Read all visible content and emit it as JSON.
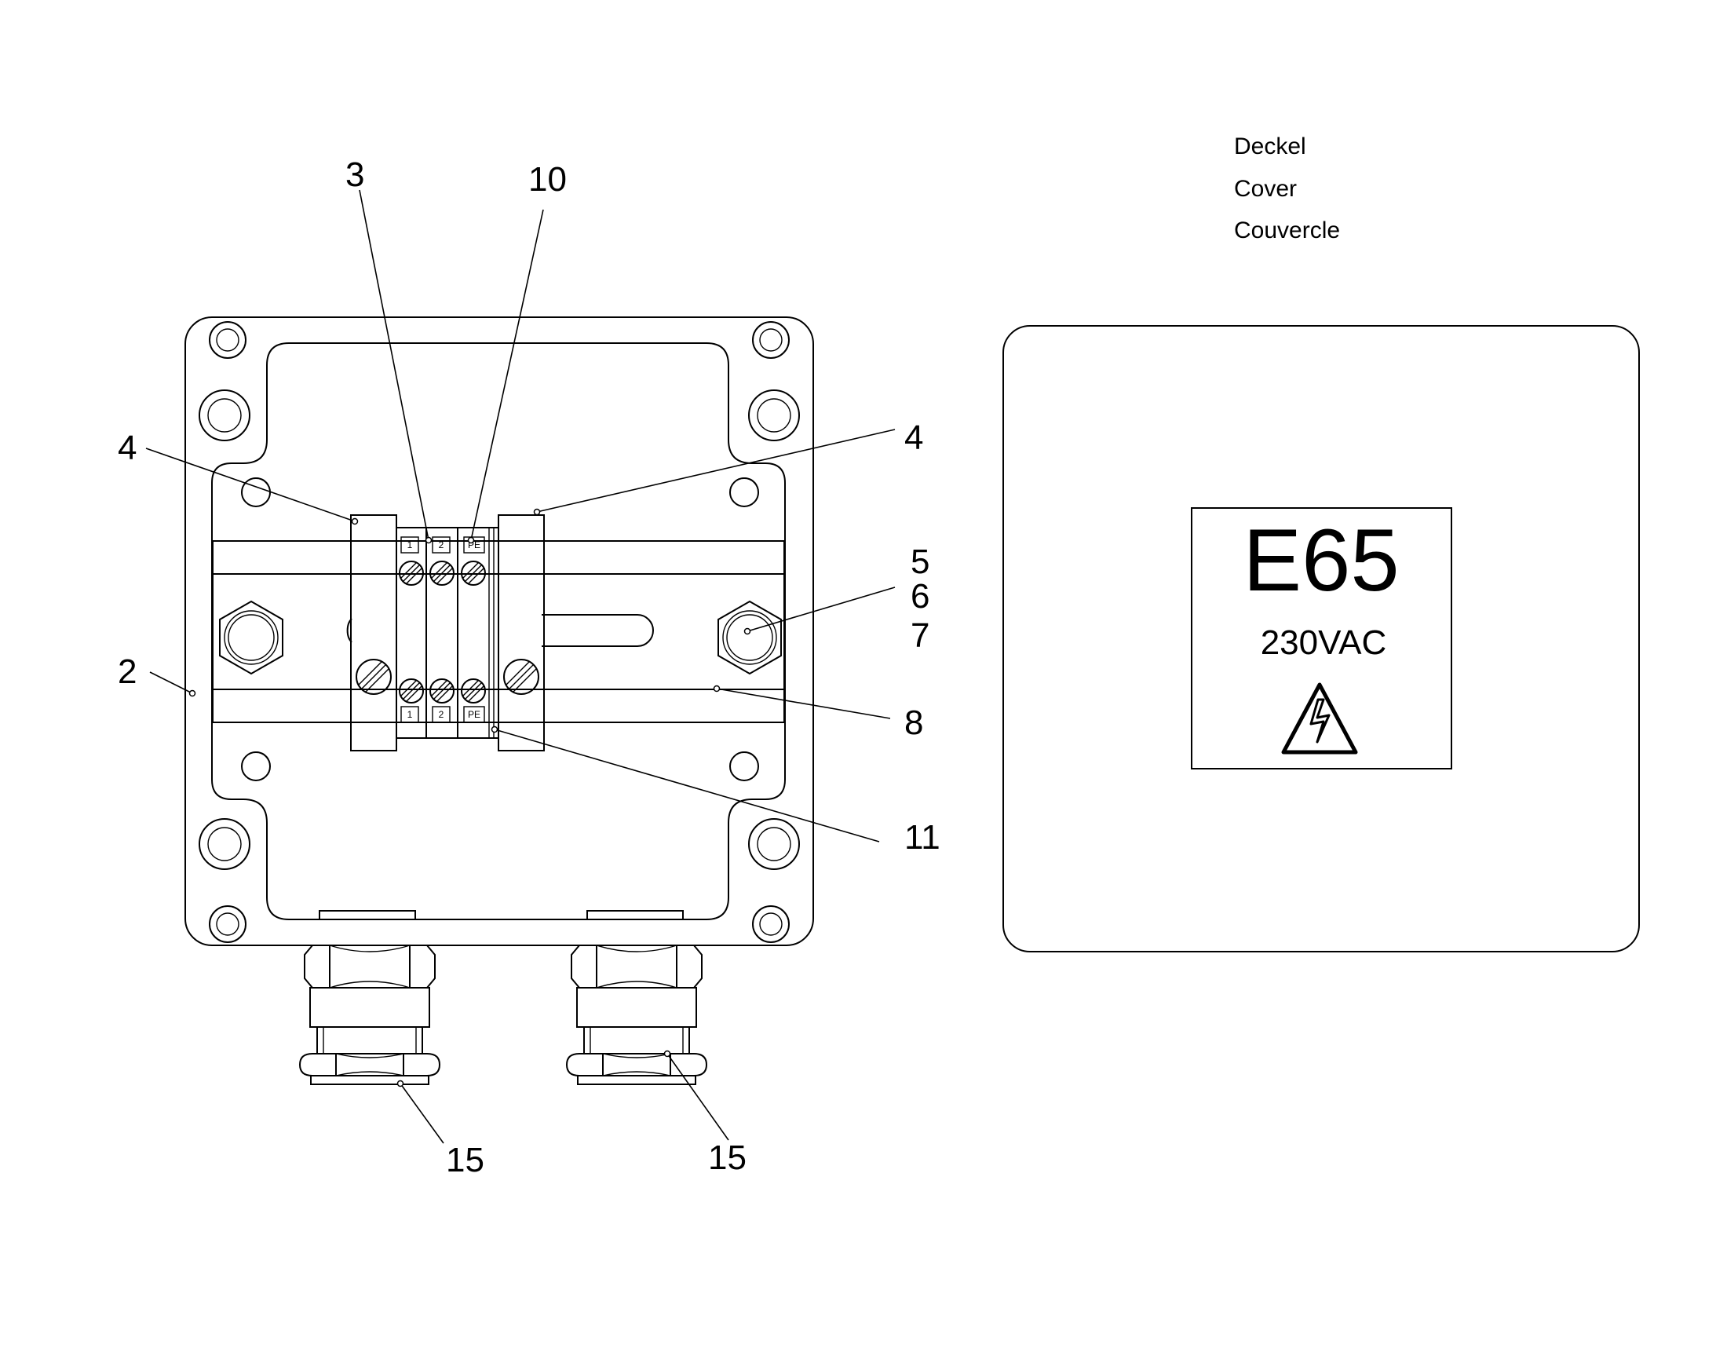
{
  "cover_title": {
    "lines": [
      "Deckel",
      "Cover",
      "Couvercle"
    ]
  },
  "cover_label": {
    "model": "E65",
    "voltage": "230VAC",
    "symbol": "high-voltage-warning-icon"
  },
  "terminals": {
    "top": [
      "1",
      "2",
      "PE"
    ],
    "bottom": [
      "1",
      "2",
      "PE"
    ]
  },
  "callouts": {
    "c2": "2",
    "c3": "3",
    "c4_left": "4",
    "c4_right": "4",
    "c5": "5",
    "c6": "6",
    "c7": "7",
    "c8": "8",
    "c10": "10",
    "c11": "11",
    "c15_left": "15",
    "c15_right": "15"
  }
}
